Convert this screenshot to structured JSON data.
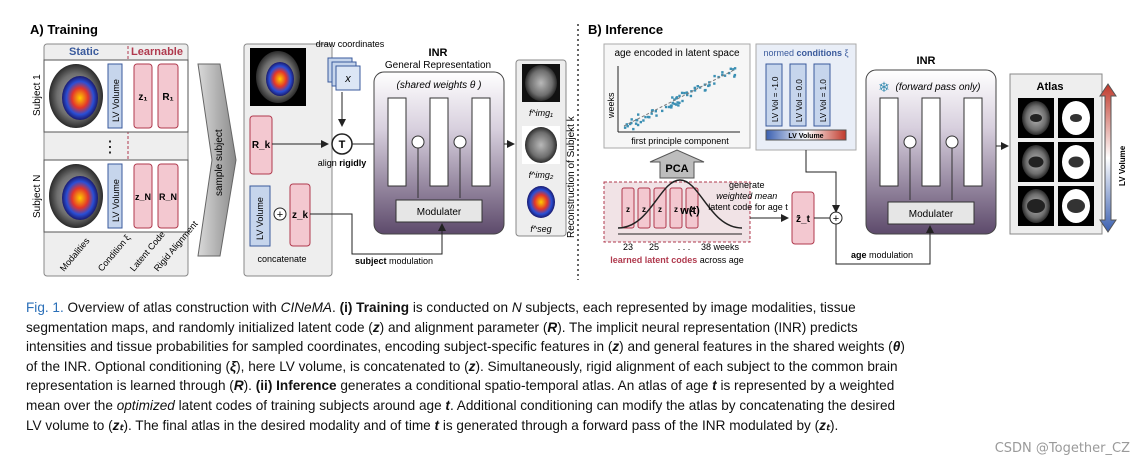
{
  "panels": {
    "training_title": "A) Training",
    "inference_title": "B) Inference"
  },
  "training": {
    "static_label": "Static",
    "learnable_label": "Learnable",
    "subject_1": "Subject 1",
    "subject_n": "Subject N",
    "lv_volume": "LV Volume",
    "z1": "z₁",
    "r1": "R₁",
    "zn": "z_N",
    "rn": "R_N",
    "dots": "⋮",
    "col_modalities": "Modalities",
    "col_condition": "Condition ξ",
    "col_latent": "Latent Code",
    "col_rigid": "Rigid Alignment",
    "sample_subject": "sample subject",
    "draw_coordinates": "draw coordinates",
    "x_label": "x",
    "rk": "R_k",
    "zk": "z_k",
    "t_symbol": "T",
    "align_rigidly_prefix": "align ",
    "align_rigidly_bold": "rigidly",
    "concatenate": "concatenate",
    "plus": "+",
    "inr_title": "INR",
    "inr_subtitle": "General Representation",
    "shared_weights": "(shared weights θ )",
    "modulater": "Modulater",
    "subject_modulation_bold": "subject",
    "subject_modulation_rest": " modulation",
    "reconstruction": "Reconstruction of Subjekt k",
    "f_img1": "f^img₁",
    "f_img2": "f^img₂",
    "f_seg": "f^seg"
  },
  "inference": {
    "age_encoded": "age encoded in latent space",
    "weeks": "weeks",
    "first_pc": "first principle component",
    "pca": "PCA",
    "latent_z": "z",
    "w_t": "w(t)",
    "ticks": [
      "23",
      "25",
      ". . .",
      "38 weeks"
    ],
    "learned_latent_bold": "learned latent codes",
    "learned_latent_rest": " across age",
    "generate_1": "generate",
    "generate_2": "weighted mean",
    "generate_3": "latent code for age t",
    "z_t": "z̄_t",
    "plus": "+",
    "normed_conditions_prefix": "normed ",
    "normed_conditions_bold": "conditions",
    "normed_conditions_sym": " ξ",
    "lv_vols": [
      "LV Vol = -1.0",
      "LV Vol = 0.0",
      "LV Vol = 1.0"
    ],
    "lv_volume_bar": "LV Volume",
    "inr_title": "INR",
    "forward_pass": "(forward pass only)",
    "modulater": "Modulater",
    "age_modulation_bold": "age",
    "age_modulation_rest": " modulation",
    "atlas": "Atlas",
    "atlas_lv_volume": "LV Volume"
  },
  "caption": {
    "lines": [
      [
        "Fig. 1.",
        "    Overview of atlas construction with ",
        "CINeMA",
        ". ",
        "(i) Training",
        " is conducted on ",
        "N",
        " subjects, each represented by image modalities, tissue"
      ],
      [
        "segmentation maps, and randomly initialized latent code (",
        "z",
        ") and alignment parameter (",
        "R",
        "). The implicit neural representation (INR) predicts"
      ],
      [
        "intensities and tissue probabilities for sampled coordinates, encoding subject-specific features in (",
        "z",
        ") and general features in the shared weights (",
        "θ",
        ")"
      ],
      [
        "of the INR. Optional conditioning (",
        "ξ",
        "), here LV volume, is concatenated to (",
        "z",
        "). Simultaneously, rigid alignment of each subject to the common brain"
      ],
      [
        "representation is learned through (",
        "R",
        "). ",
        "(ii) Inference",
        " generates a conditional spatio-temporal atlas. An atlas of age ",
        "t",
        " is represented by a weighted"
      ],
      [
        "mean over the ",
        "optimized",
        " latent codes of training subjects around age ",
        "t",
        ". Additional conditioning can modify the atlas by concatenating the desired"
      ],
      [
        "LV volume to (",
        "zₜ",
        "). The final atlas in the desired modality and of time ",
        "t",
        " is generated through a forward pass of the INR modulated by (",
        "zₜ",
        ")."
      ]
    ]
  },
  "watermark": "CSDN @Together_CZ",
  "colors": {
    "latent_pink": "#f3c8d0",
    "latent_border": "#b03a4e",
    "condition_blue": "#c6d5ec",
    "condition_border": "#3a5a9c",
    "inr_purple": "#6e5b7b",
    "figure_link_blue": "#2a6fb8",
    "scatter_teal": "#3b8fb3",
    "arrow_red": "#c0392b"
  }
}
